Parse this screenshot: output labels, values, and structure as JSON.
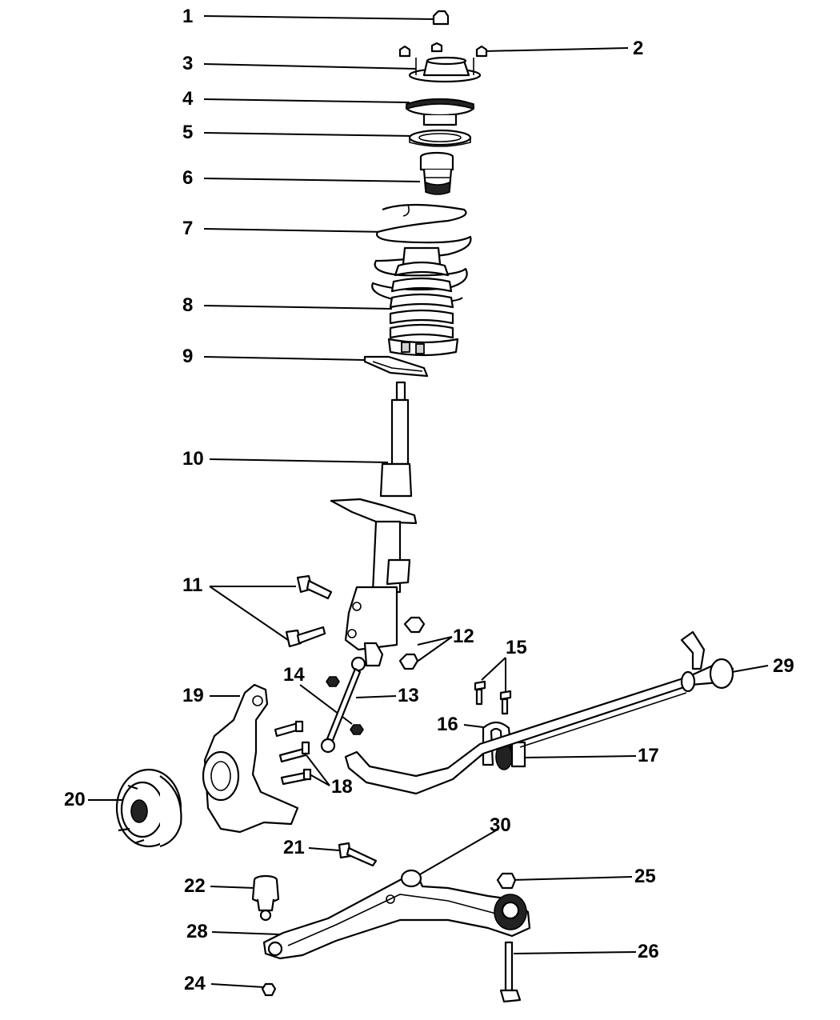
{
  "callouts": [
    {
      "id": "c1",
      "number": "1"
    },
    {
      "id": "c2",
      "number": "2"
    },
    {
      "id": "c3",
      "number": "3"
    },
    {
      "id": "c4",
      "number": "4"
    },
    {
      "id": "c5",
      "number": "5"
    },
    {
      "id": "c6",
      "number": "6"
    },
    {
      "id": "c7",
      "number": "7"
    },
    {
      "id": "c8",
      "number": "8"
    },
    {
      "id": "c9",
      "number": "9"
    },
    {
      "id": "c10",
      "number": "10"
    },
    {
      "id": "c11",
      "number": "11"
    },
    {
      "id": "c12",
      "number": "12"
    },
    {
      "id": "c13",
      "number": "13"
    },
    {
      "id": "c14",
      "number": "14"
    },
    {
      "id": "c15",
      "number": "15"
    },
    {
      "id": "c16",
      "number": "16"
    },
    {
      "id": "c17",
      "number": "17"
    },
    {
      "id": "c18",
      "number": "18"
    },
    {
      "id": "c19",
      "number": "19"
    },
    {
      "id": "c20",
      "number": "20"
    },
    {
      "id": "c21",
      "number": "21"
    },
    {
      "id": "c22",
      "number": "22"
    },
    {
      "id": "c24",
      "number": "24"
    },
    {
      "id": "c25",
      "number": "25"
    },
    {
      "id": "c26",
      "number": "26"
    },
    {
      "id": "c28",
      "number": "28"
    },
    {
      "id": "c29",
      "number": "29"
    },
    {
      "id": "c30",
      "number": "30"
    }
  ],
  "colors": {
    "line": "#000000",
    "background": "#ffffff",
    "shade": "#cfcfcf"
  }
}
